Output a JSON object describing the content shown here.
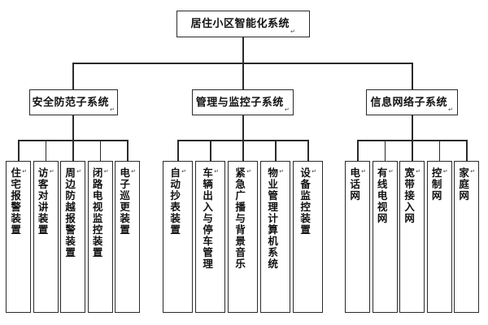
{
  "diagram": {
    "title": "居住小区智能化系统",
    "artifact_mark": "↵",
    "root": {
      "label": "居住小区智能化系统"
    },
    "branches": [
      {
        "label": "安全防范子系统",
        "children": [
          {
            "label": "住宅报警装置"
          },
          {
            "label": "访客对讲装置"
          },
          {
            "label": "周边防越报警装置"
          },
          {
            "label": "闭路电视监控装置"
          },
          {
            "label": "电子巡更装置"
          }
        ]
      },
      {
        "label": "管理与监控子系统",
        "children": [
          {
            "label": "自动抄表装置"
          },
          {
            "label": "车辆出入与停车管理"
          },
          {
            "label": "紧急广播与背景音乐"
          },
          {
            "label": "物业管理计算机系统"
          },
          {
            "label": "设备监控装置"
          }
        ]
      },
      {
        "label": "信息网络子系统",
        "children": [
          {
            "label": "电话网"
          },
          {
            "label": "有线电视网"
          },
          {
            "label": "宽带接入网"
          },
          {
            "label": "控制网"
          },
          {
            "label": "家庭网"
          }
        ]
      }
    ],
    "colors": {
      "background": "#ffffff",
      "border": "#2a2a2a",
      "text": "#111111"
    }
  }
}
